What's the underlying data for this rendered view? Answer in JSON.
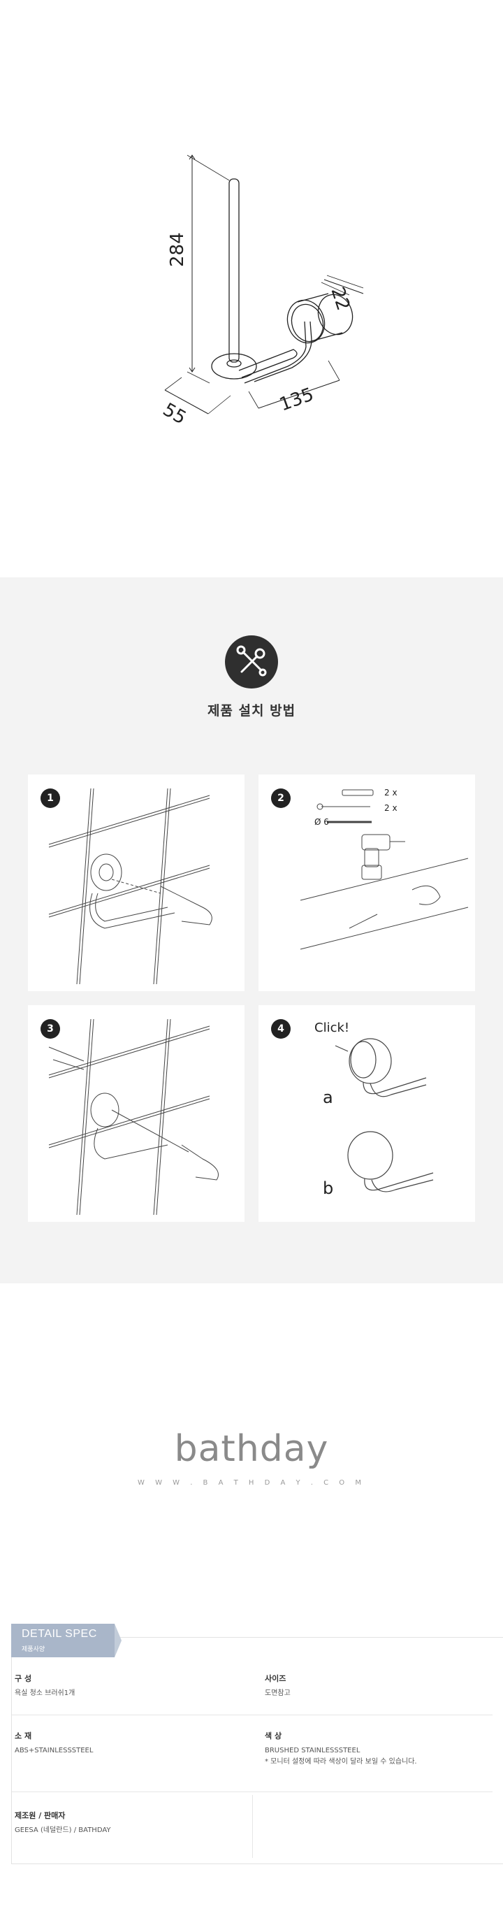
{
  "dimensions": {
    "height": "284",
    "knob": "22",
    "depth": "55",
    "width": "135"
  },
  "install": {
    "title": "제품 설치 방법",
    "steps": [
      {
        "number": "1"
      },
      {
        "number": "2",
        "qty1": "2 x",
        "qty2": "2 x",
        "drill_size": "Ø 6"
      },
      {
        "number": "3"
      },
      {
        "number": "4",
        "click_label": "Click!",
        "variant_a": "a",
        "variant_b": "b"
      }
    ]
  },
  "brand": {
    "logo": "bathday",
    "url": "W W W . B A T H D A Y . C O M"
  },
  "spec": {
    "tab_title": "DETAIL SPEC",
    "tab_subtitle": "제품사양",
    "composition_label": "구 성",
    "composition_value": "욕실 청소 브러쉬1개",
    "size_label": "사이즈",
    "size_value": "도면참고",
    "material_label": "소 재",
    "material_value": "ABS+STAINLESSSTEEL",
    "color_label": "색 상",
    "color_value": "BRUSHED STAINLESSSTEEL",
    "color_note": "* 모니터 설정에 따라 색상이 달라 보일 수 있습니다.",
    "maker_label": "제조원 / 판매자",
    "maker_value": "GEESA (네덜란드) / BATHDAY"
  },
  "colors": {
    "install_bg": "#f3f3f3",
    "badge": "#2f2f2f",
    "spec_tab": "#a9b6c9"
  }
}
